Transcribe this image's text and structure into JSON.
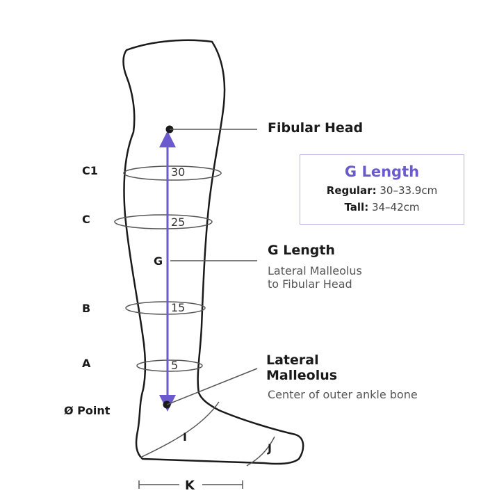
{
  "labels": {
    "fibular_head": "Fibular Head",
    "g_length_title": "G Length",
    "g_length_desc_1": "Lateral Malleolus",
    "g_length_desc_2": "to Fibular Head",
    "lateral_malleolus_1": "Lateral",
    "lateral_malleolus_2": "Malleolus",
    "lateral_malleolus_desc": "Center of outer ankle bone",
    "g_marker": "G"
  },
  "circumference_points": [
    {
      "letter": "C1",
      "value": "30"
    },
    {
      "letter": "C",
      "value": "25"
    },
    {
      "letter": "B",
      "value": "15"
    },
    {
      "letter": "A",
      "value": "5"
    }
  ],
  "foot_labels": {
    "zero_point": "Ø Point",
    "i": "I",
    "j": "J",
    "k": "K"
  },
  "info_box": {
    "title": "G Length",
    "regular_label": "Regular:",
    "regular_value": "30–33.9cm",
    "tall_label": "Tall:",
    "tall_value": "34–42cm"
  },
  "colors": {
    "accent": "#6a5acd",
    "outline": "#1a1a1a",
    "guide": "#555555"
  }
}
